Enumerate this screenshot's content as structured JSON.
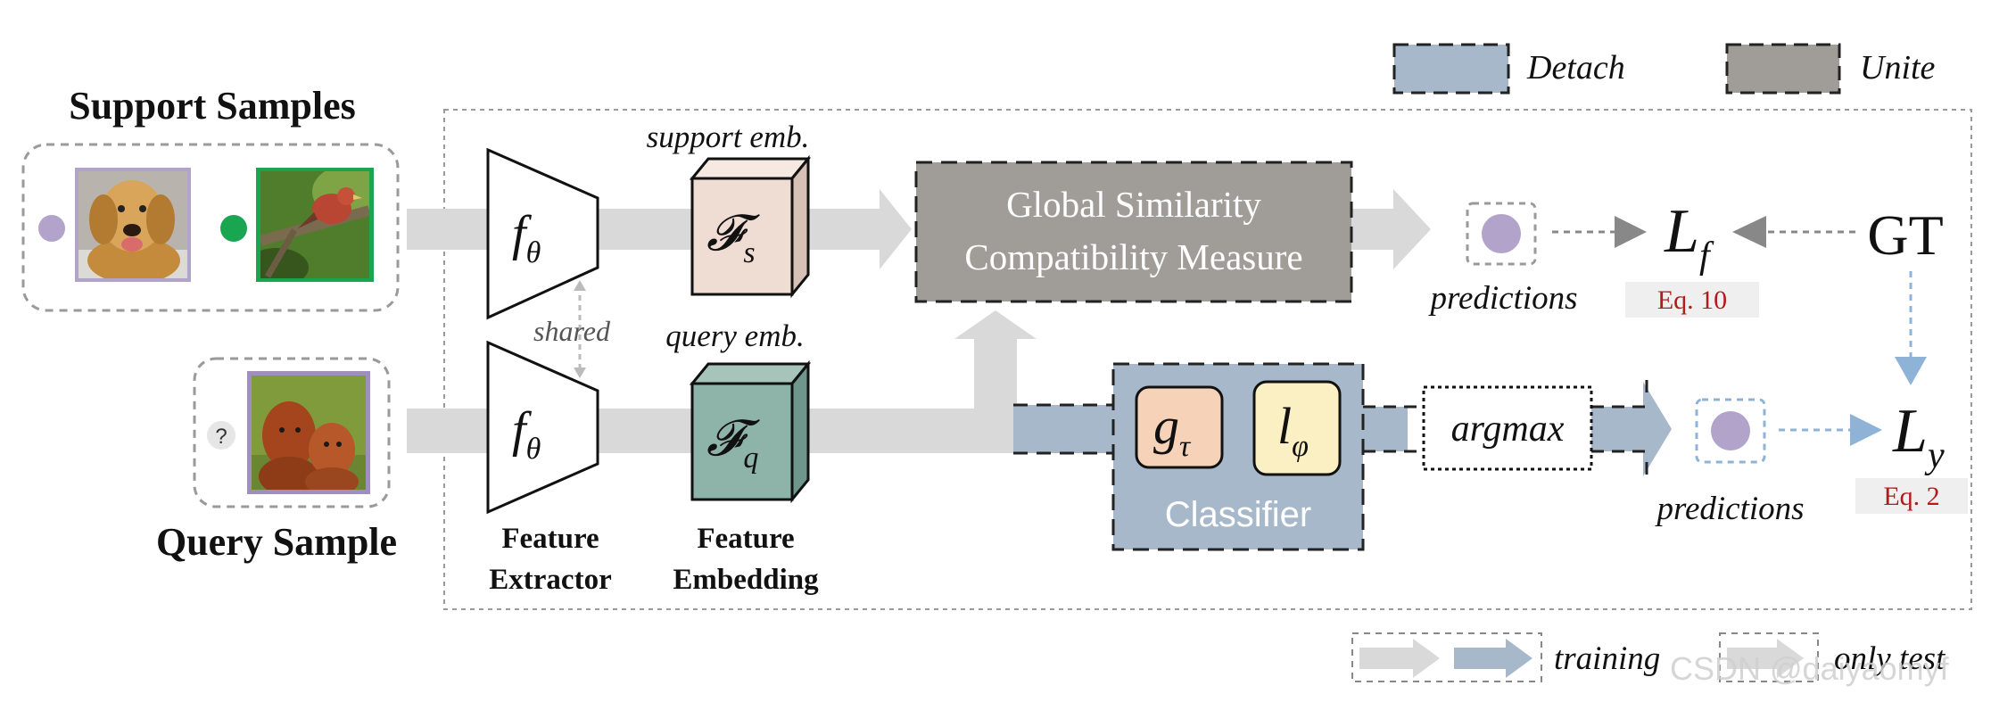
{
  "legend": {
    "detach": "Detach",
    "unite": "Unite",
    "training": "training",
    "only_test": "only test",
    "colors": {
      "detach": "#a7b8ca",
      "unite": "#a09d99"
    }
  },
  "support": {
    "title": "Support Samples",
    "dot_colors": [
      "#b2a3ca",
      "#1aa650"
    ],
    "images": [
      "golden retriever photo",
      "bird on branch photo"
    ]
  },
  "query": {
    "title": "Query Sample",
    "marker": "?",
    "image": "two dogs photo"
  },
  "extractor": {
    "symbol": "f",
    "subscript": "θ",
    "shared_label": "shared",
    "caption_line1": "Feature",
    "caption_line2": "Extractor"
  },
  "embedding": {
    "support_label": "support emb.",
    "query_label": "query emb.",
    "support_symbol": "𝓕",
    "support_sub": "s",
    "query_symbol": "𝓕",
    "query_sub": "q",
    "caption_line1": "Feature",
    "caption_line2": "Embedding",
    "colors": {
      "support": "#efdcd3",
      "query": "#8eb3a8"
    }
  },
  "similarity": {
    "line1": "Global Similarity",
    "line2": "Compatibility Measure",
    "fill": "#a09d99"
  },
  "classifier": {
    "title": "Classifier",
    "g_symbol": "g",
    "g_sub": "τ",
    "l_symbol": "l",
    "l_sub": "φ",
    "fill": "#a7b8ca",
    "g_fill": "#f5d2b8",
    "l_fill": "#fbefc4"
  },
  "argmax_label": "argmax",
  "predictions_top": "predictions",
  "predictions_bottom": "predictions",
  "prediction_dot_color": "#b2a3ca",
  "loss_f": {
    "symbol": "L",
    "sub": "f",
    "eq": "Eq. 10"
  },
  "loss_y": {
    "symbol": "L",
    "sub": "y",
    "eq": "Eq. 2"
  },
  "gt_label": "GT",
  "watermark": "CSDN @daiyaomyf"
}
